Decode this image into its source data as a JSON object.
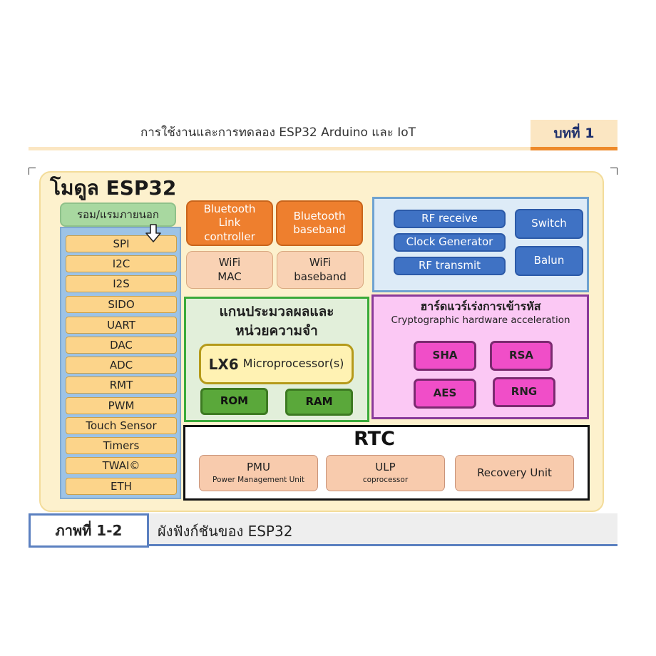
{
  "header": {
    "title": "การใช้งานและการทดลอง ESP32 Arduino และ IoT",
    "chapter": "บทที่ 1"
  },
  "diagram": {
    "title": "โมดูล ESP32",
    "io": {
      "heading": "รอม/แรมภายนอก",
      "items": [
        "SPI",
        "I2C",
        "I2S",
        "SIDO",
        "UART",
        "DAC",
        "ADC",
        "RMT",
        "PWM",
        "Touch Sensor",
        "Timers",
        "TWAI©",
        "ETH"
      ]
    },
    "wireless": {
      "bt_link": "Bluetooth\nLink\ncontroller",
      "bt_baseband": "Bluetooth\nbaseband",
      "wifi_mac": "WiFi\nMAC",
      "wifi_baseband": "WiFi\nbaseband"
    },
    "rf": {
      "receive": "RF receive",
      "clock": "Clock Generator",
      "transmit": "RF transmit",
      "switch": "Switch",
      "balun": "Balun"
    },
    "core": {
      "title": "แกนประมวลผลและ\nหน่วยความจำ",
      "cpu_bold": "LX6",
      "cpu_text": "Microprocessor(s)",
      "rom": "ROM",
      "ram": "RAM"
    },
    "crypto": {
      "title": "ฮาร์ดแวร์เร่งการเข้ารหัส",
      "subtitle": "Cryptographic hardware acceleration",
      "sha": "SHA",
      "rsa": "RSA",
      "aes": "AES",
      "rng": "RNG"
    },
    "rtc": {
      "title": "RTC",
      "pmu": "PMU",
      "pmu_sub": "Power Management Unit",
      "ulp": "ULP",
      "ulp_sub": "coprocessor",
      "recovery": "Recovery Unit"
    }
  },
  "caption": {
    "label": "ภาพที่ 1-2",
    "text": "ผังฟังก์ชันของ ESP32"
  }
}
